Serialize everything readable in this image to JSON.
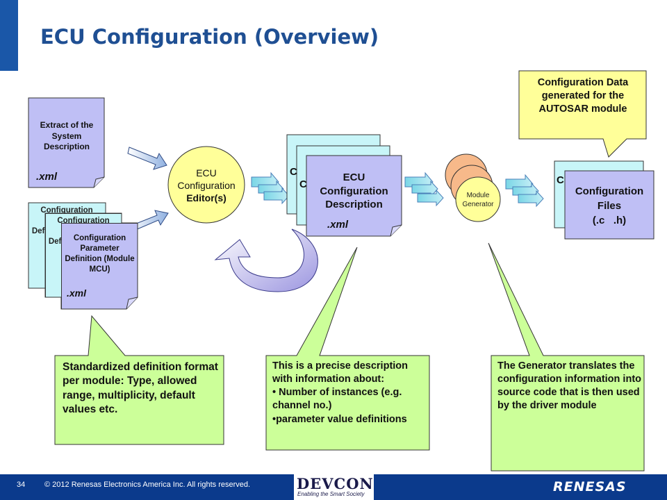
{
  "slide": {
    "title": "ECU Configuration (Overview)"
  },
  "extract_doc": {
    "label": "Extract of the System Description",
    "ext": ".xml"
  },
  "param_docs": {
    "back1": "Configuration Parameter Definition (Module ...)",
    "back2": "Configuration Parameter Definition (Module ...)",
    "front": "Configuration Parameter Definition (Module MCU)",
    "ext": ".xml"
  },
  "editor": {
    "line1": "ECU",
    "line2": "Configuration",
    "line3": "Editor(s)"
  },
  "ecu_desc": {
    "line1": "ECU",
    "line2": "Configuration",
    "line3": "Description",
    "ext": ".xml"
  },
  "generator": {
    "line1": "Module",
    "line2": "Generator"
  },
  "config_files": {
    "line1": "Configuration",
    "line2": "Files",
    "line3": "(.c   .h)"
  },
  "callouts": {
    "top": "Configuration Data generated for the AUTOSAR module",
    "left": "Standardized definition format per module: Type, allowed range, multiplicity, default values etc.",
    "middle_intro": "This is a precise description with information about:",
    "middle_bullet1": "• Number of instances (e.g. channel no.)",
    "middle_bullet2": "•parameter value definitions",
    "right": "The Generator translates the configuration information into source code that is then used by the driver module"
  },
  "footer": {
    "page": "34",
    "copyright": "© 2012 Renesas Electronics America Inc. All rights reserved.",
    "devcon": "DEVCON",
    "devcon_tagline": "Enabling the Smart Society",
    "renesas": "RENESAS"
  },
  "colors": {
    "accent": "#1a57a8",
    "doc_fill": "#bfbff5",
    "doc_fill_cyan": "#c8f5f8",
    "callout_fill": "#ccff99",
    "callout_top_fill": "#ffff99",
    "editor_fill": "#ffff99",
    "generator_fill": "#f7b98a"
  }
}
